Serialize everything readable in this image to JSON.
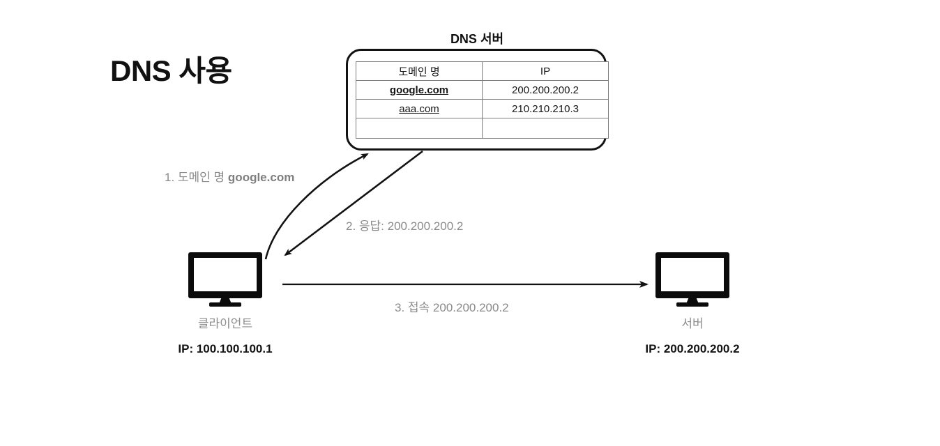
{
  "title": "DNS 사용",
  "dns_server": {
    "caption": "DNS 서버",
    "table": {
      "headers": [
        "도메인 명",
        "IP"
      ],
      "rows": [
        {
          "domain": "google.com",
          "ip": "200.200.200.2",
          "emphasis": "bold-underline"
        },
        {
          "domain": "aaa.com",
          "ip": "210.210.210.3",
          "emphasis": "underline"
        },
        {
          "domain": "",
          "ip": "",
          "emphasis": "none"
        }
      ]
    }
  },
  "steps": [
    {
      "id": "step-1",
      "label": "1. 도메인 명 google.com",
      "plain": "1. 도메인 명 ",
      "emphasis": "google.com"
    },
    {
      "id": "step-2",
      "label": "2. 응답: 200.200.200.2"
    },
    {
      "id": "step-3",
      "label": "3. 접속 200.200.200.2"
    }
  ],
  "nodes": {
    "client": {
      "label": "클라이언트",
      "ip": "IP: 100.100.100.1",
      "icon": "monitor-icon"
    },
    "server": {
      "label": "서버",
      "ip": "IP: 200.200.200.2",
      "icon": "monitor-icon"
    }
  },
  "colors": {
    "ink": "#111111",
    "muted": "#8a8a8a",
    "table_border": "#7d7d7d",
    "box_border": "#121212",
    "background": "#ffffff"
  }
}
